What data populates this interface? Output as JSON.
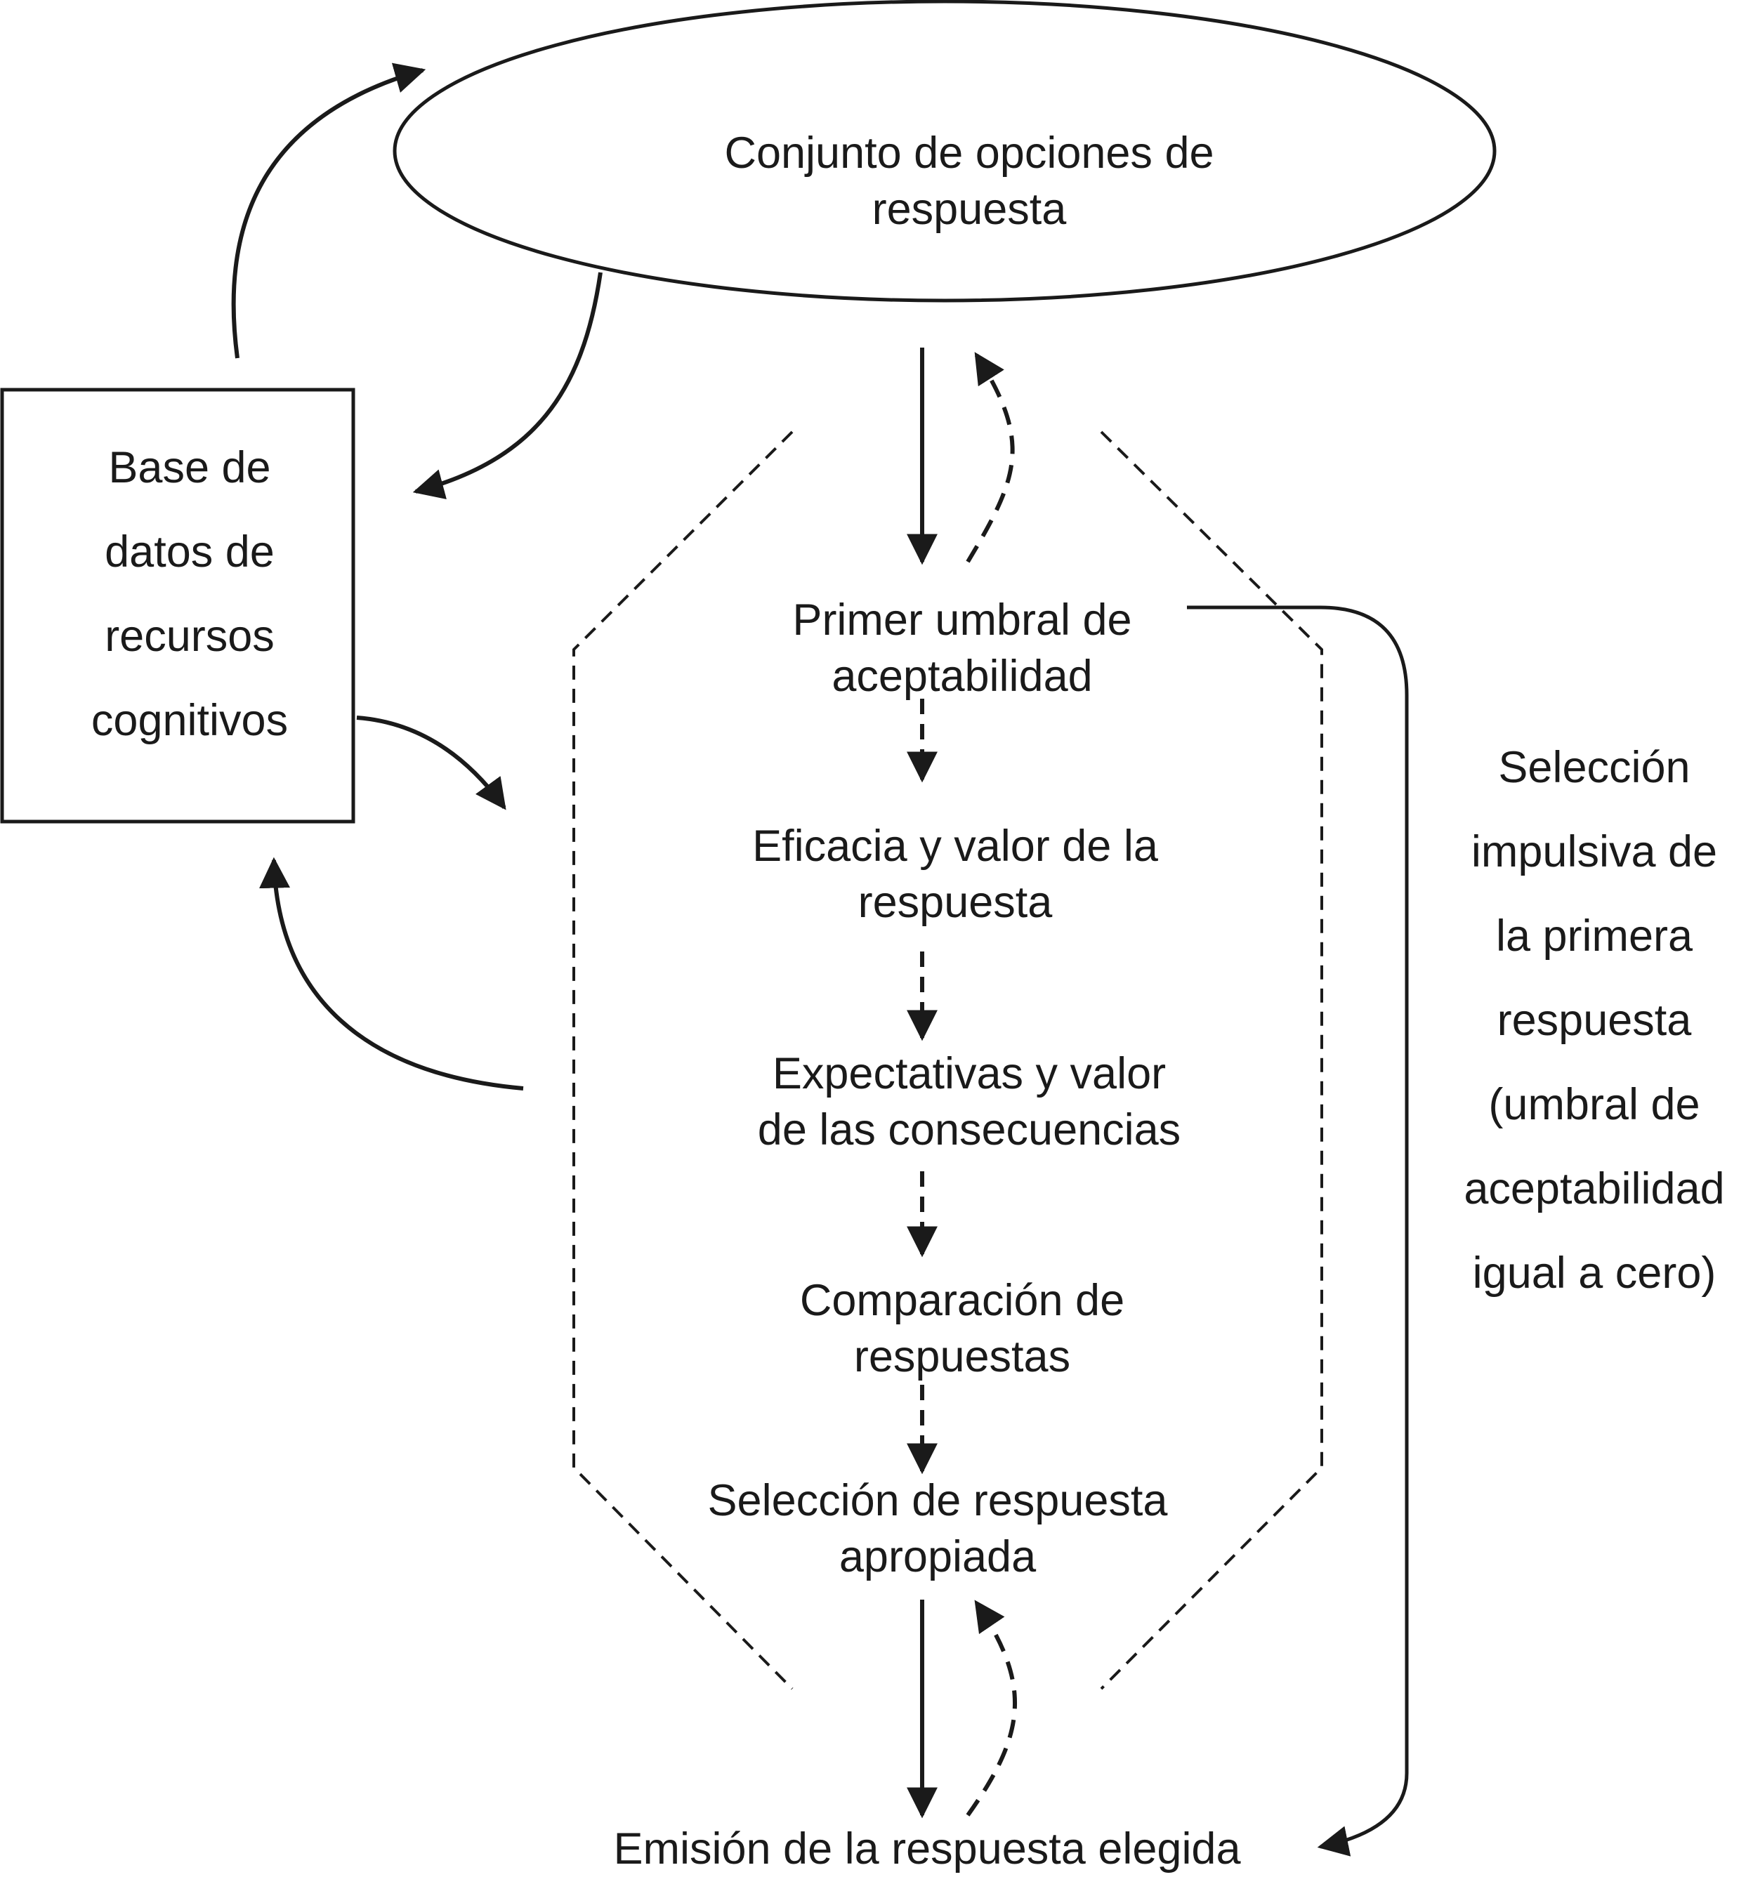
{
  "ellipse_label": [
    "Conjunto de opciones de",
    "respuesta"
  ],
  "database_label": [
    "Base de",
    "datos de",
    "recursos",
    "cognitivos"
  ],
  "steps": [
    [
      "Primer umbral de",
      "aceptabilidad"
    ],
    [
      "Eficacia y valor de la",
      "respuesta"
    ],
    [
      "Expectativas y valor",
      "de las consecuencias"
    ],
    [
      "Comparación de",
      "respuestas"
    ],
    [
      "Selección de respuesta",
      "apropiada"
    ]
  ],
  "output_label": "Emisión de la respuesta elegida",
  "impulsive_label": [
    "Selección",
    "impulsiva de",
    "la primera",
    "respuesta",
    "(umbral de",
    "aceptabilidad",
    "igual a cero)"
  ],
  "colors": {
    "ink": "#1a1a1a",
    "background": "#ffffff"
  }
}
